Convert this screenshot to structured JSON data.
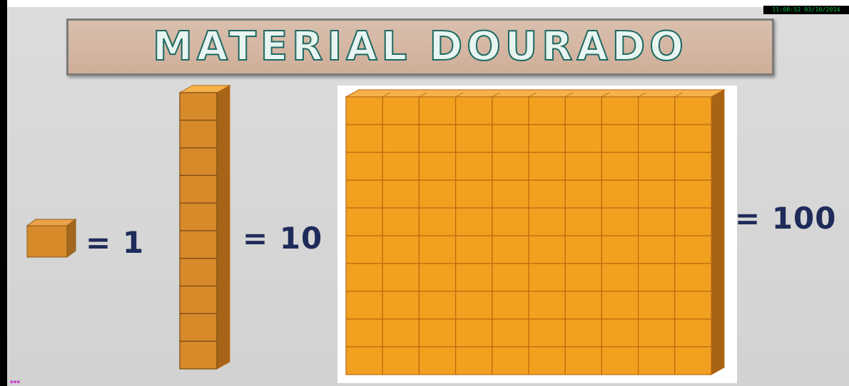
{
  "title": "MATERIAL DOURADO",
  "timestamp": "11:00:52 03/10/2014",
  "pieces": [
    {
      "name": "unit cube",
      "label": "= 1",
      "cubes": 1
    },
    {
      "name": "rod",
      "label": "= 10",
      "cubes": 10
    },
    {
      "name": "flat",
      "label": "= 100",
      "rows": 10,
      "cols": 10
    }
  ],
  "colors": {
    "cube_front": "#f2a020",
    "cube_grid": "#b86a10",
    "cube_side": "#a86416",
    "cube_top": "#f6b24a",
    "unit_front": "#d68a2a",
    "title_text_stroke": "#1d6a62",
    "title_banner": "#d4b5a0",
    "label_text": "#1f2b5a"
  }
}
